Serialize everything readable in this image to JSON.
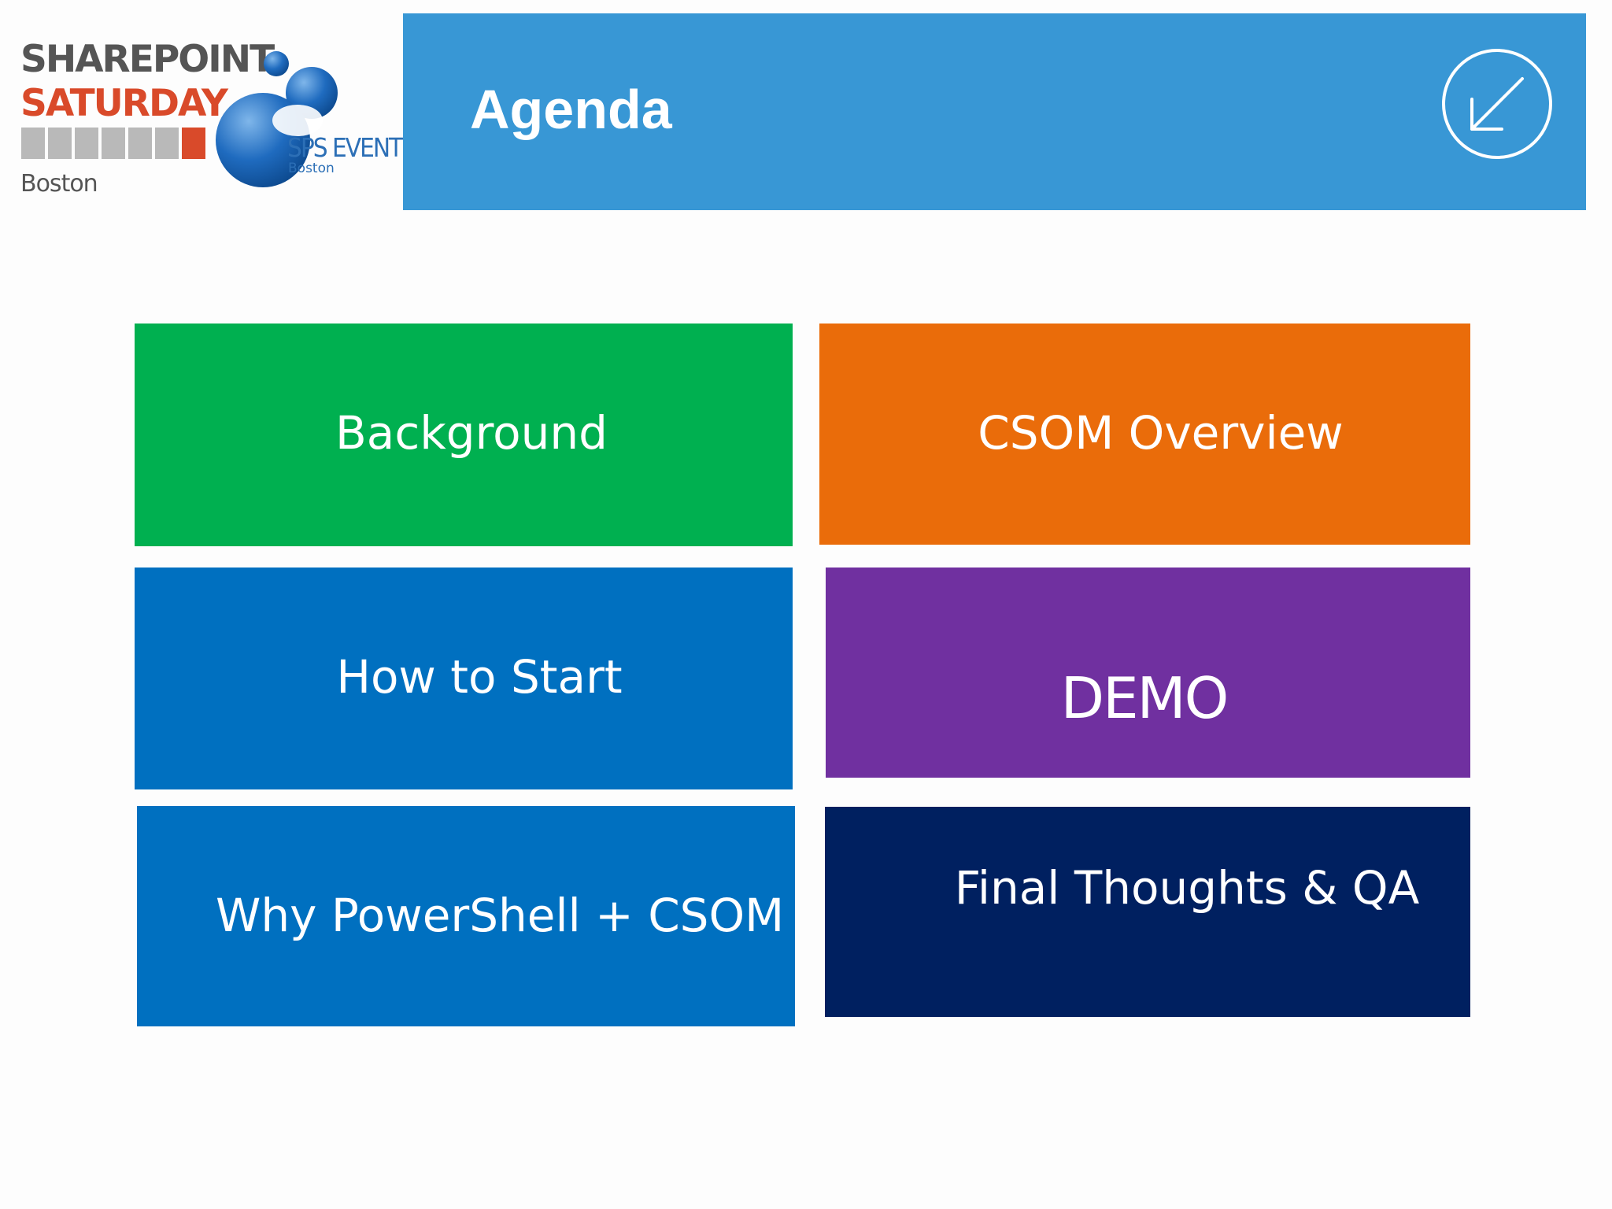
{
  "logo": {
    "line1": "SHAREPOINT",
    "line2": "SATURDAY",
    "city": "Boston",
    "events_label": "SPS EVENTS",
    "events_city": "Boston"
  },
  "header": {
    "title": "Agenda",
    "back_icon": "arrow-down-left-circle-icon"
  },
  "agenda": {
    "items": [
      {
        "label": "Background",
        "color": "#00b050"
      },
      {
        "label": "CSOM Overview",
        "color": "#ea6c0a"
      },
      {
        "label": "How to Start",
        "color": "#0070c0"
      },
      {
        "label": "DEMO",
        "color": "#7030a0"
      },
      {
        "label": "Why PowerShell + CSOM",
        "color": "#0070c0"
      },
      {
        "label": "Final Thoughts & QA",
        "color": "#002060"
      }
    ]
  },
  "colors": {
    "banner": "#3897d5",
    "logo_gray": "#555555",
    "logo_red": "#d94a2a",
    "logo_blue": "#2c6fb6"
  }
}
